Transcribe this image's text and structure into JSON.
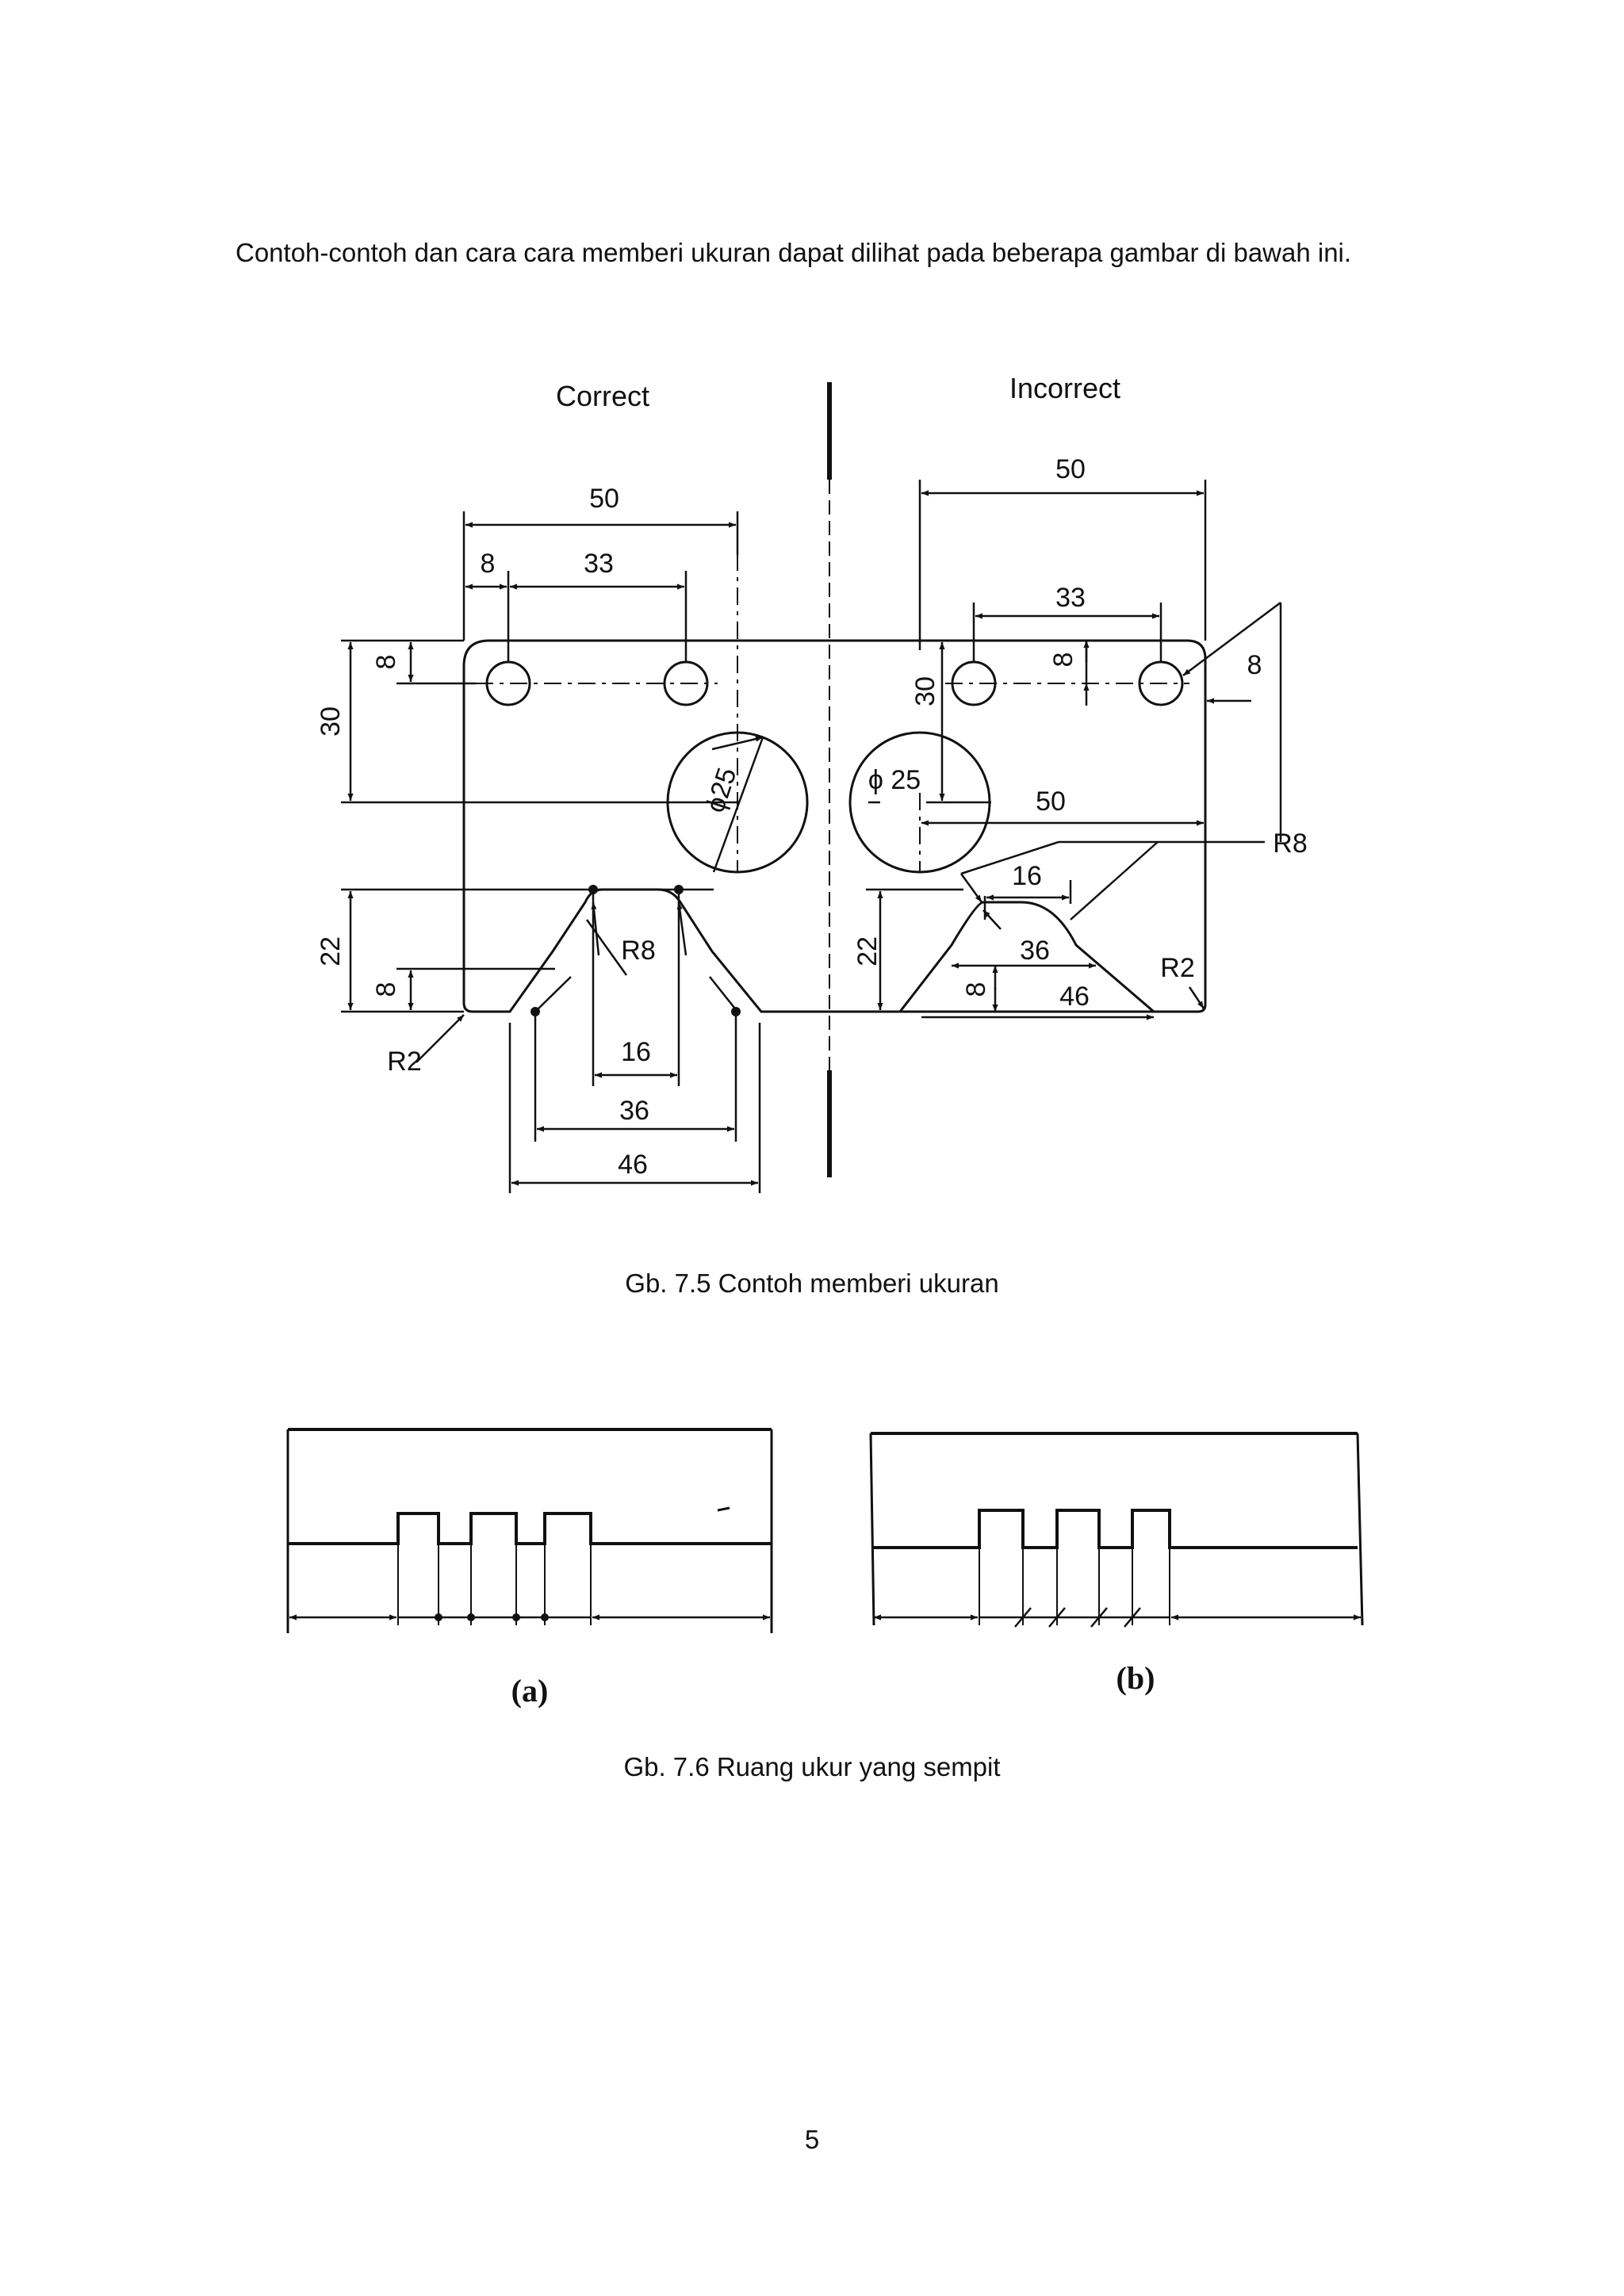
{
  "paragraph": "Contoh-contoh dan cara cara memberi ukuran dapat dilihat pada beberapa gambar di bawah ini.",
  "figure1": {
    "caption": "Gb. 7.5 Contoh memberi ukuran",
    "correct_label": "Correct",
    "incorrect_label": "Incorrect",
    "dims": {
      "d50": "50",
      "d8": "8",
      "d33": "33",
      "d30": "30",
      "d22": "22",
      "d16": "16",
      "d36": "36",
      "d46": "46",
      "phi25": "ϕ25",
      "phi25b": "ϕ 25",
      "r8": "R8",
      "r2": "R2"
    }
  },
  "figure2": {
    "caption": "Gb. 7.6 Ruang ukur yang sempit",
    "label_a": "(a)",
    "label_b": "(b)"
  },
  "page_number": "5"
}
